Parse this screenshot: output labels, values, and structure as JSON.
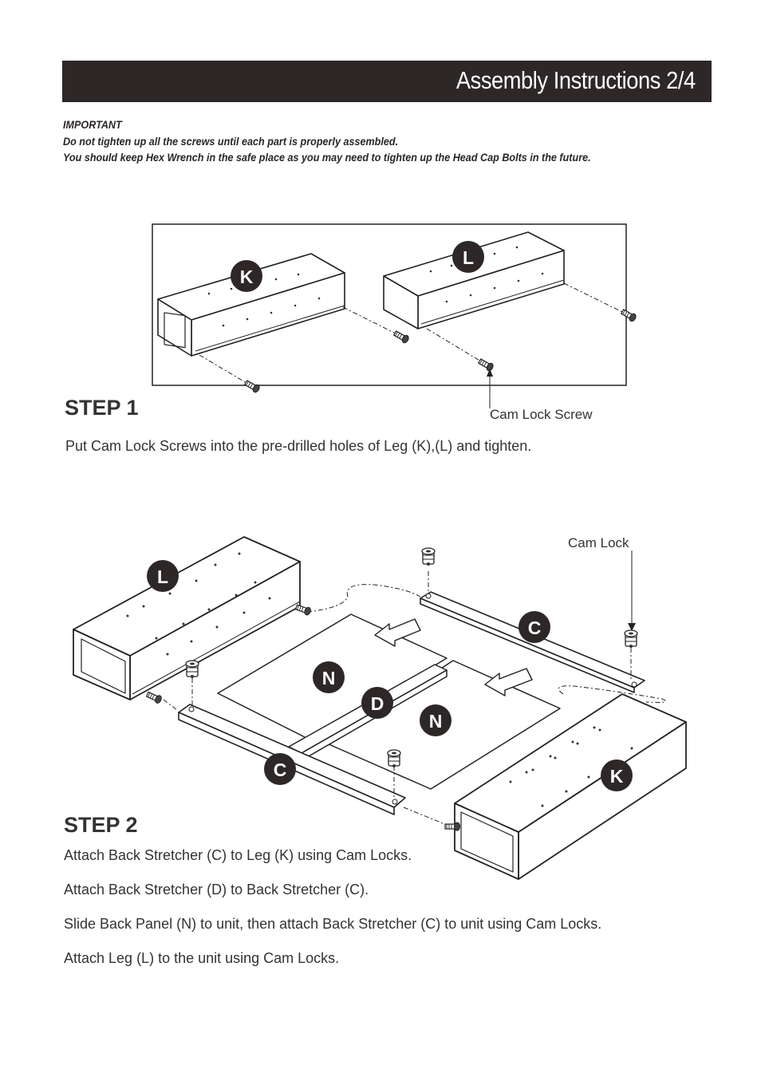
{
  "header": {
    "title": "Assembly Instructions 2/4"
  },
  "notice": {
    "heading": "IMPORTANT",
    "line1": "Do not tighten up all the screws until each part is properly assembled.",
    "line2": "You should keep Hex Wrench in the safe place as you may need to tighten up the Head Cap Bolts in the future."
  },
  "step1": {
    "title": "STEP 1",
    "callout": "Cam Lock Screw",
    "text": "Put Cam Lock Screws into the pre-drilled holes of Leg (K),(L) and tighten.",
    "badges": {
      "leg_k": "K",
      "leg_l": "L"
    }
  },
  "step2": {
    "title": "STEP 2",
    "callout": "Cam Lock",
    "instructions": [
      "Attach Back Stretcher (C) to Leg (K) using Cam Locks.",
      "Attach Back Stretcher (D) to Back Stretcher (C).",
      "Slide Back Panel (N) to unit, then attach Back Stretcher (C) to unit using Cam Locks.",
      "Attach Leg (L) to the unit using Cam Locks."
    ],
    "badges": {
      "leg_l": "L",
      "stretcher_c_top": "C",
      "panel_n_left": "N",
      "stretcher_d": "D",
      "panel_n_right": "N",
      "stretcher_c_bottom": "C",
      "leg_k": "K"
    }
  }
}
